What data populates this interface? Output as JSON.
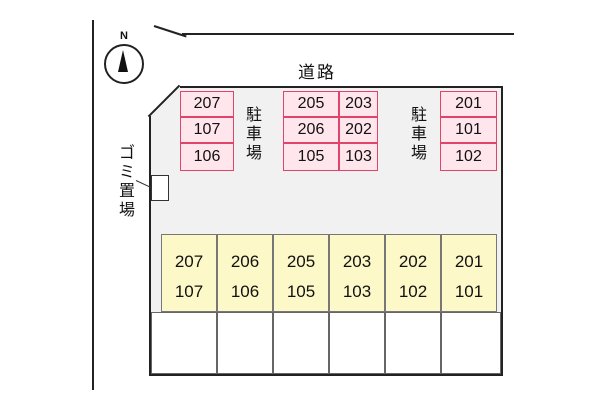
{
  "road_label": "道路",
  "compass_label": "N",
  "trash_label": "ゴミ置場",
  "parking_label": "駐車場",
  "parking_left": [
    "207",
    "107",
    "106"
  ],
  "parking_center": [
    [
      "205",
      "203"
    ],
    [
      "206",
      "202"
    ],
    [
      "105",
      "103"
    ]
  ],
  "parking_right": [
    "201",
    "101",
    "102"
  ],
  "units": [
    {
      "upper": "207",
      "lower": "107"
    },
    {
      "upper": "206",
      "lower": "106"
    },
    {
      "upper": "205",
      "lower": "105"
    },
    {
      "upper": "203",
      "lower": "103"
    },
    {
      "upper": "202",
      "lower": "102"
    },
    {
      "upper": "201",
      "lower": "101"
    }
  ]
}
